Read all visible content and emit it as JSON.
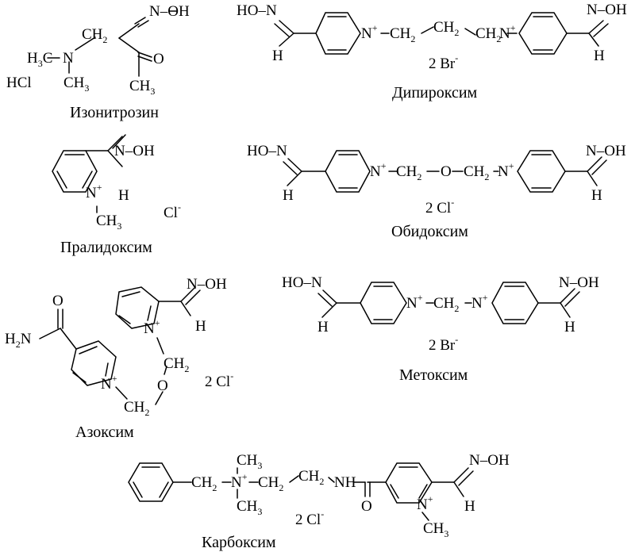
{
  "compounds": {
    "izonitrozin": {
      "name": "Изонитрозин",
      "salt": "HCl"
    },
    "dipiroksim": {
      "name": "Дипироксим",
      "counterion": "2 Br"
    },
    "pralidoksim": {
      "name": "Пралидоксим",
      "counterion": "Cl"
    },
    "obidoksim": {
      "name": "Обидоксим",
      "counterion": "2 Cl"
    },
    "azoksim": {
      "name": "Азоксим",
      "counterion": "2 Cl"
    },
    "metoksim": {
      "name": "Метоксим",
      "counterion": "2 Br"
    },
    "karboksim": {
      "name": "Карбоксим",
      "counterion": "2 Cl"
    }
  },
  "atoms": {
    "oxime": "N–OH",
    "oxime_rev": "HO–N",
    "h": "H",
    "n": "N",
    "n_plus": "N+",
    "o": "O",
    "ch2": "CH2",
    "ch3": "CH3",
    "h3c": "H3C",
    "h2n": "H2N",
    "nh": "NH",
    "plus": "+",
    "minus": "-"
  }
}
